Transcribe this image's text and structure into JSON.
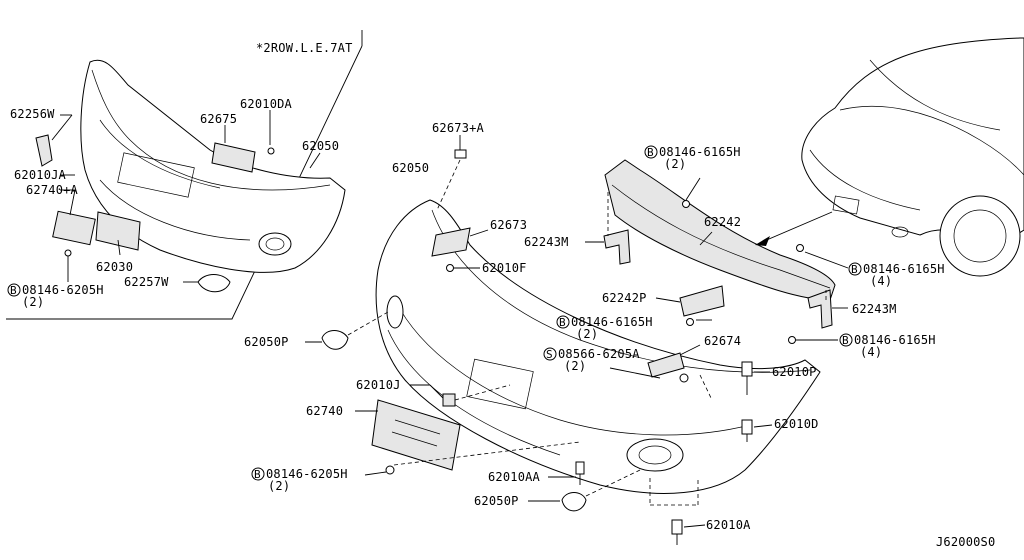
{
  "inset_note": "*2ROW.L.E.7AT",
  "diagram_id": "J62000S0",
  "labels": {
    "p62256W": "62256W",
    "p62010JA": "62010JA",
    "p62740A": "62740+A",
    "p08146_6205H_a": "08146-6205H",
    "qty2_a": "(2)",
    "p62675": "62675",
    "p62010DA": "62010DA",
    "p62050_a": "62050",
    "p62030": "62030",
    "p62257W": "62257W",
    "p62673A": "62673+A",
    "p62050_b": "62050",
    "p62673": "62673",
    "p62010F": "62010F",
    "p08146_6165H_a": "08146-6165H",
    "qty2_b": "(2)",
    "p62242": "62242",
    "p62243M_a": "62243M",
    "p62242P": "62242P",
    "p08146_6165H_b": "08146-6165H",
    "qty2_c": "(2)",
    "p08146_6165H_c": "08146-6165H",
    "qty4_a": "(4)",
    "p62243M_b": "62243M",
    "p08146_6165H_d": "08146-6165H",
    "qty4_b": "(4)",
    "p62050P_a": "62050P",
    "p08566_6205A": "08566-6205A",
    "qty2_d": "(2)",
    "p62674": "62674",
    "p62010P": "62010P",
    "p62010J": "62010J",
    "p62740": "62740",
    "p62010D": "62010D",
    "p08146_6205H_b": "08146-6205H",
    "qty2_e": "(2)",
    "p62010AA": "62010AA",
    "p62050P_b": "62050P",
    "p62010A": "62010A"
  },
  "prefix": {
    "bolt_B": "B",
    "screw_S": "S"
  }
}
